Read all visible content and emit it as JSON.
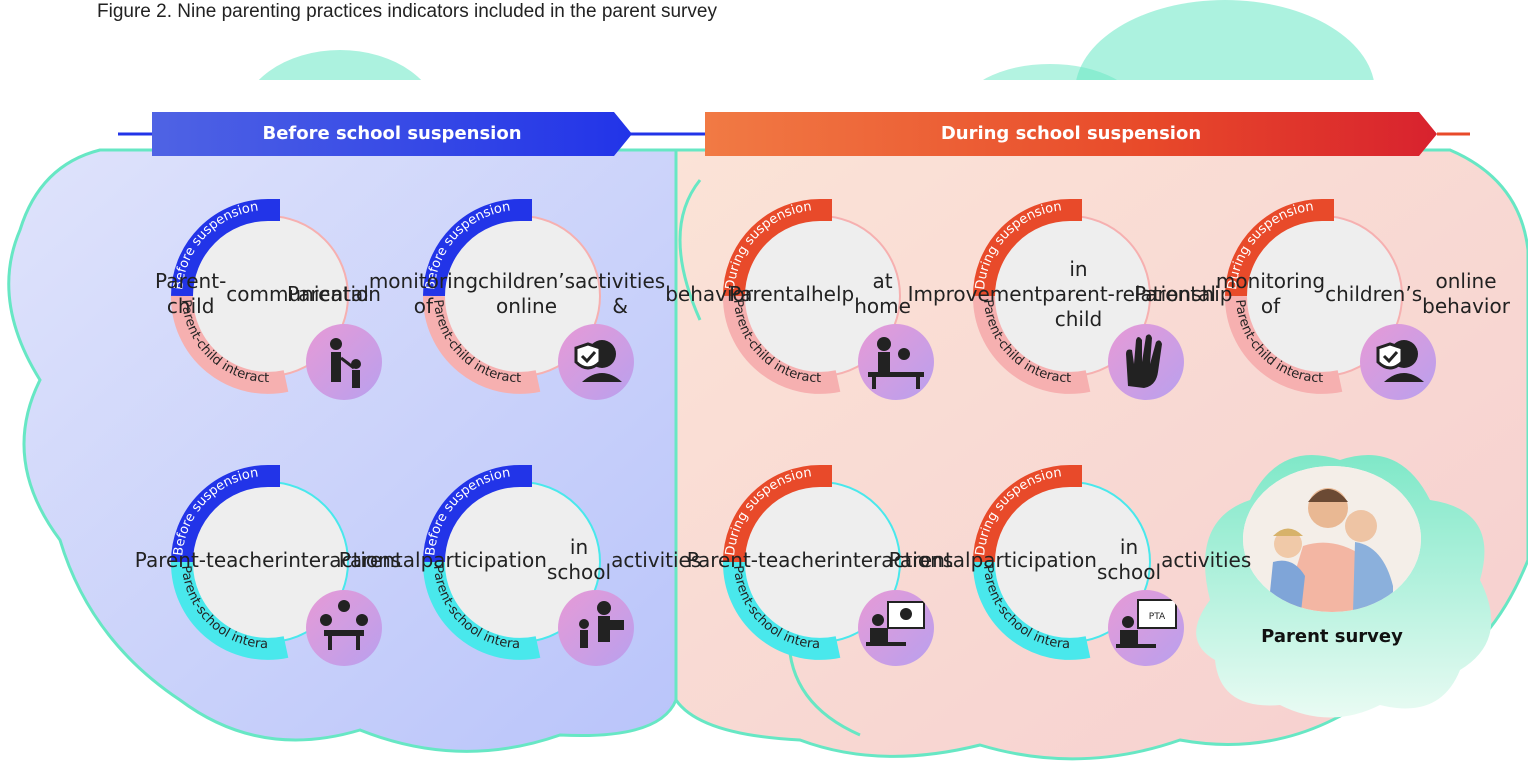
{
  "caption": "Figure 2. Nine parenting practices indicators included in the parent survey",
  "banners": {
    "before": "Before school suspension",
    "during": "During school suspension"
  },
  "survey_label": "Parent survey",
  "colors": {
    "before_banner": "#2234e8",
    "during_banner": "#e84a2a",
    "cloud_outline": "#67e7c4",
    "ring_parent_child": "#f6b0b0",
    "ring_parent_school": "#49e8ec",
    "icon_bubble": "#cf9ee4"
  },
  "indicators": [
    {
      "period": "Before suspension",
      "text": [
        "Parent-child",
        "communication"
      ],
      "category": "Parent-child interaction",
      "icon": "parent-child-icon"
    },
    {
      "period": "Before suspension",
      "text": [
        "Parental",
        "monitoring of",
        "children’s online",
        "activities &",
        "behavior"
      ],
      "category": "Parent-child interaction",
      "icon": "shield-monitor-icon"
    },
    {
      "period": "Before suspension",
      "text": [
        "Parent-",
        "teacher",
        "interactions"
      ],
      "category": "Parent-school interaction",
      "icon": "teacher-meeting-icon"
    },
    {
      "period": "Before suspension",
      "text": [
        "Parental",
        "participation",
        "in school",
        "activities"
      ],
      "category": "Parent-school interaction",
      "icon": "school-activity-icon"
    },
    {
      "period": "During suspension",
      "text": [
        "Parental",
        "help",
        "at home"
      ],
      "category": "Parent-child interaction",
      "icon": "homework-help-icon"
    },
    {
      "period": "During suspension",
      "text": [
        "Improvement",
        "in parent-child",
        "relationship"
      ],
      "category": "Parent-child interaction",
      "icon": "hands-icon"
    },
    {
      "period": "During suspension",
      "text": [
        "Parental",
        "monitoring of",
        "children’s",
        "online behavior"
      ],
      "category": "Parent-child interaction",
      "icon": "shield-monitor-icon"
    },
    {
      "period": "During suspension",
      "text": [
        "Parent-",
        "teacher",
        "interactions"
      ],
      "category": "Parent-school interaction",
      "icon": "video-call-icon"
    },
    {
      "period": "During suspension",
      "text": [
        "Parental",
        "participation",
        "in school",
        "activities"
      ],
      "category": "Parent-school interaction",
      "icon": "online-pta-icon"
    }
  ],
  "icon_text": {
    "pta": "PTA"
  }
}
